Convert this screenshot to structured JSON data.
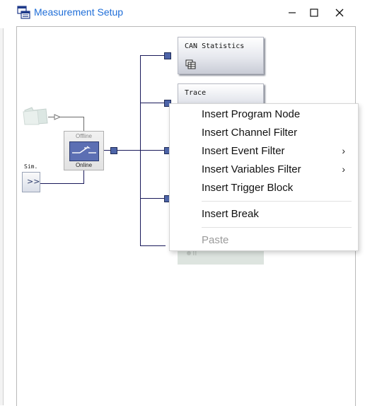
{
  "window": {
    "title": "Measurement Setup",
    "controls": [
      "minimize",
      "maximize",
      "close"
    ]
  },
  "diagram": {
    "switch_block": {
      "offline_label": "Offline",
      "online_label": "Online"
    },
    "sim_block": {
      "label": "Sim.",
      "symbol": ">>"
    },
    "analysis_blocks": [
      {
        "title": "CAN Statistics",
        "icon": "table-icon"
      },
      {
        "title": "Trace"
      }
    ]
  },
  "context_menu": {
    "items": [
      {
        "label": "Insert Program Node",
        "submenu": false,
        "enabled": true
      },
      {
        "label": "Insert Channel Filter",
        "submenu": false,
        "enabled": true
      },
      {
        "label": "Insert Event Filter",
        "submenu": true,
        "enabled": true
      },
      {
        "label": "Insert Variables Filter",
        "submenu": true,
        "enabled": true
      },
      {
        "label": "Insert Trigger Block",
        "submenu": false,
        "enabled": true
      },
      {
        "label": "Insert Break",
        "submenu": false,
        "enabled": true
      },
      {
        "label": "Paste",
        "submenu": false,
        "enabled": false
      }
    ],
    "submenu_arrow": "›"
  },
  "colors": {
    "title_text": "#1f6ed8",
    "node_fill": "#4d64a8",
    "connector": "#1a1a5a",
    "disabled_text": "#9b9b9b"
  }
}
